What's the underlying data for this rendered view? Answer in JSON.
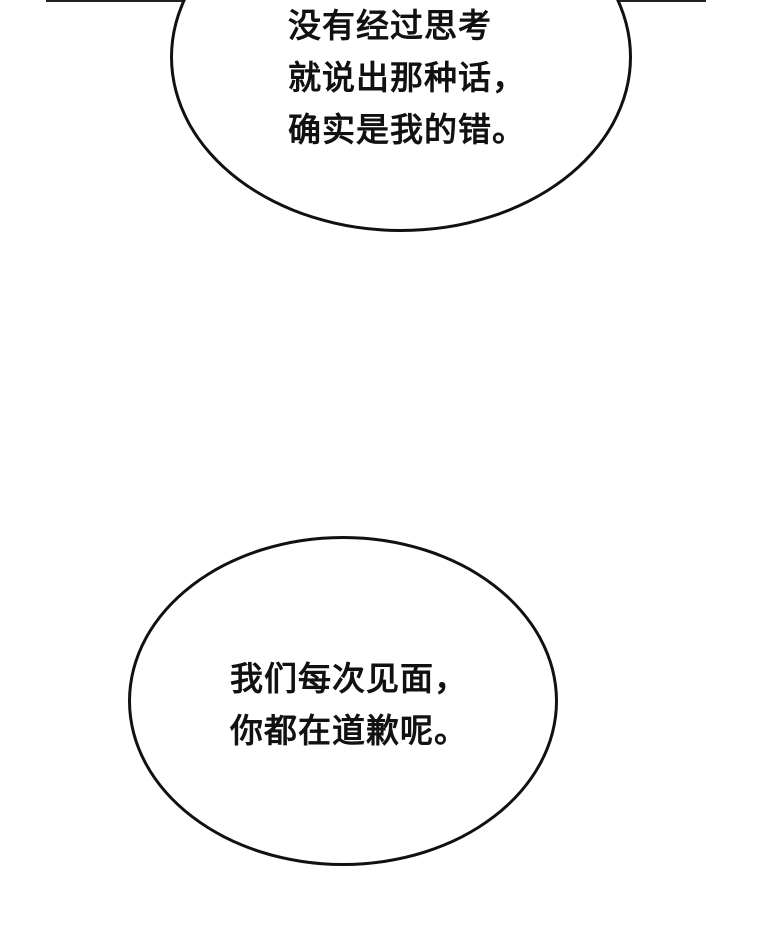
{
  "panel": {
    "background": "#ffffff",
    "border_color": "#222222"
  },
  "bubbles": [
    {
      "lines": [
        "没有经过思考",
        "就说出那种话，",
        "确实是我的错。"
      ]
    },
    {
      "lines": [
        "我们每次见面，",
        "你都在道歉呢。"
      ]
    }
  ]
}
